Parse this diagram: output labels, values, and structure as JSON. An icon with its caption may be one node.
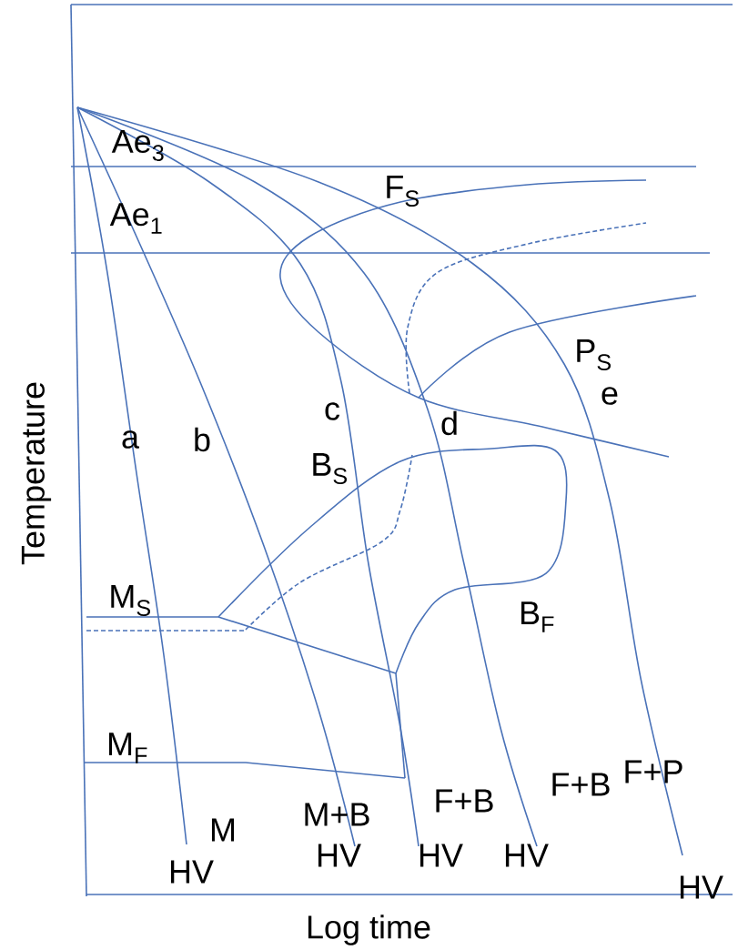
{
  "diagram": {
    "labels": [
      "Ae$_{3}$",
      "F$_{S}$",
      "Ae$_{1}$",
      "P$_{S}$",
      "e",
      "c",
      "d",
      "a",
      "b",
      "B$_{S}$",
      "Temperature",
      "M$_{S}$",
      "B$_{F}$",
      "M$_{F}$",
      "F+P",
      "F+B",
      "F+B",
      "M+B",
      "M",
      "HV",
      "HV",
      "HV",
      "HV",
      "HV",
      "Log time"
    ]
  }
}
